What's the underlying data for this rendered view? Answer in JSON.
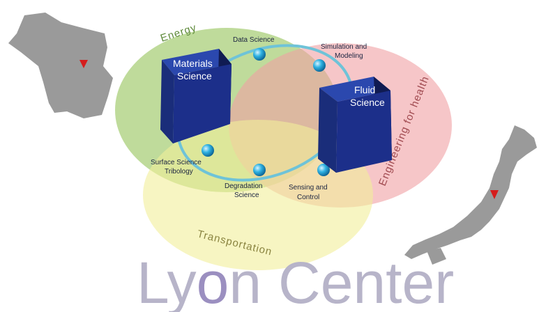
{
  "rings": {
    "energy": "Energy",
    "engineering": "Engineering for health",
    "transportation": "Transportation"
  },
  "cubes": {
    "materials": [
      "Materials",
      "Science"
    ],
    "fluid": [
      "Fluid",
      "Science"
    ]
  },
  "nodes": {
    "data_science": "Data Science",
    "simulation": [
      "Simulation and",
      "Modeling"
    ],
    "surface": [
      "Surface Science",
      "Tribology"
    ],
    "degradation": [
      "Degradation",
      "Science"
    ],
    "sensing": [
      "Sensing and",
      "Control"
    ]
  },
  "title": {
    "lyon": "Lyon",
    "center": "Center",
    "ly": "Ly",
    "o": "o",
    "n": "n"
  },
  "colors": {
    "energy": "#a9cf7a",
    "engineering": "#f0a0a4",
    "transportation": "#f2ee9a",
    "cube": "#1c2f8a",
    "node": "#27a9dc",
    "ring": "#6ec3d8",
    "title_gray": "#b7b4c9",
    "title_purple": "#9b8fc0",
    "marker": "#d51c1c"
  }
}
